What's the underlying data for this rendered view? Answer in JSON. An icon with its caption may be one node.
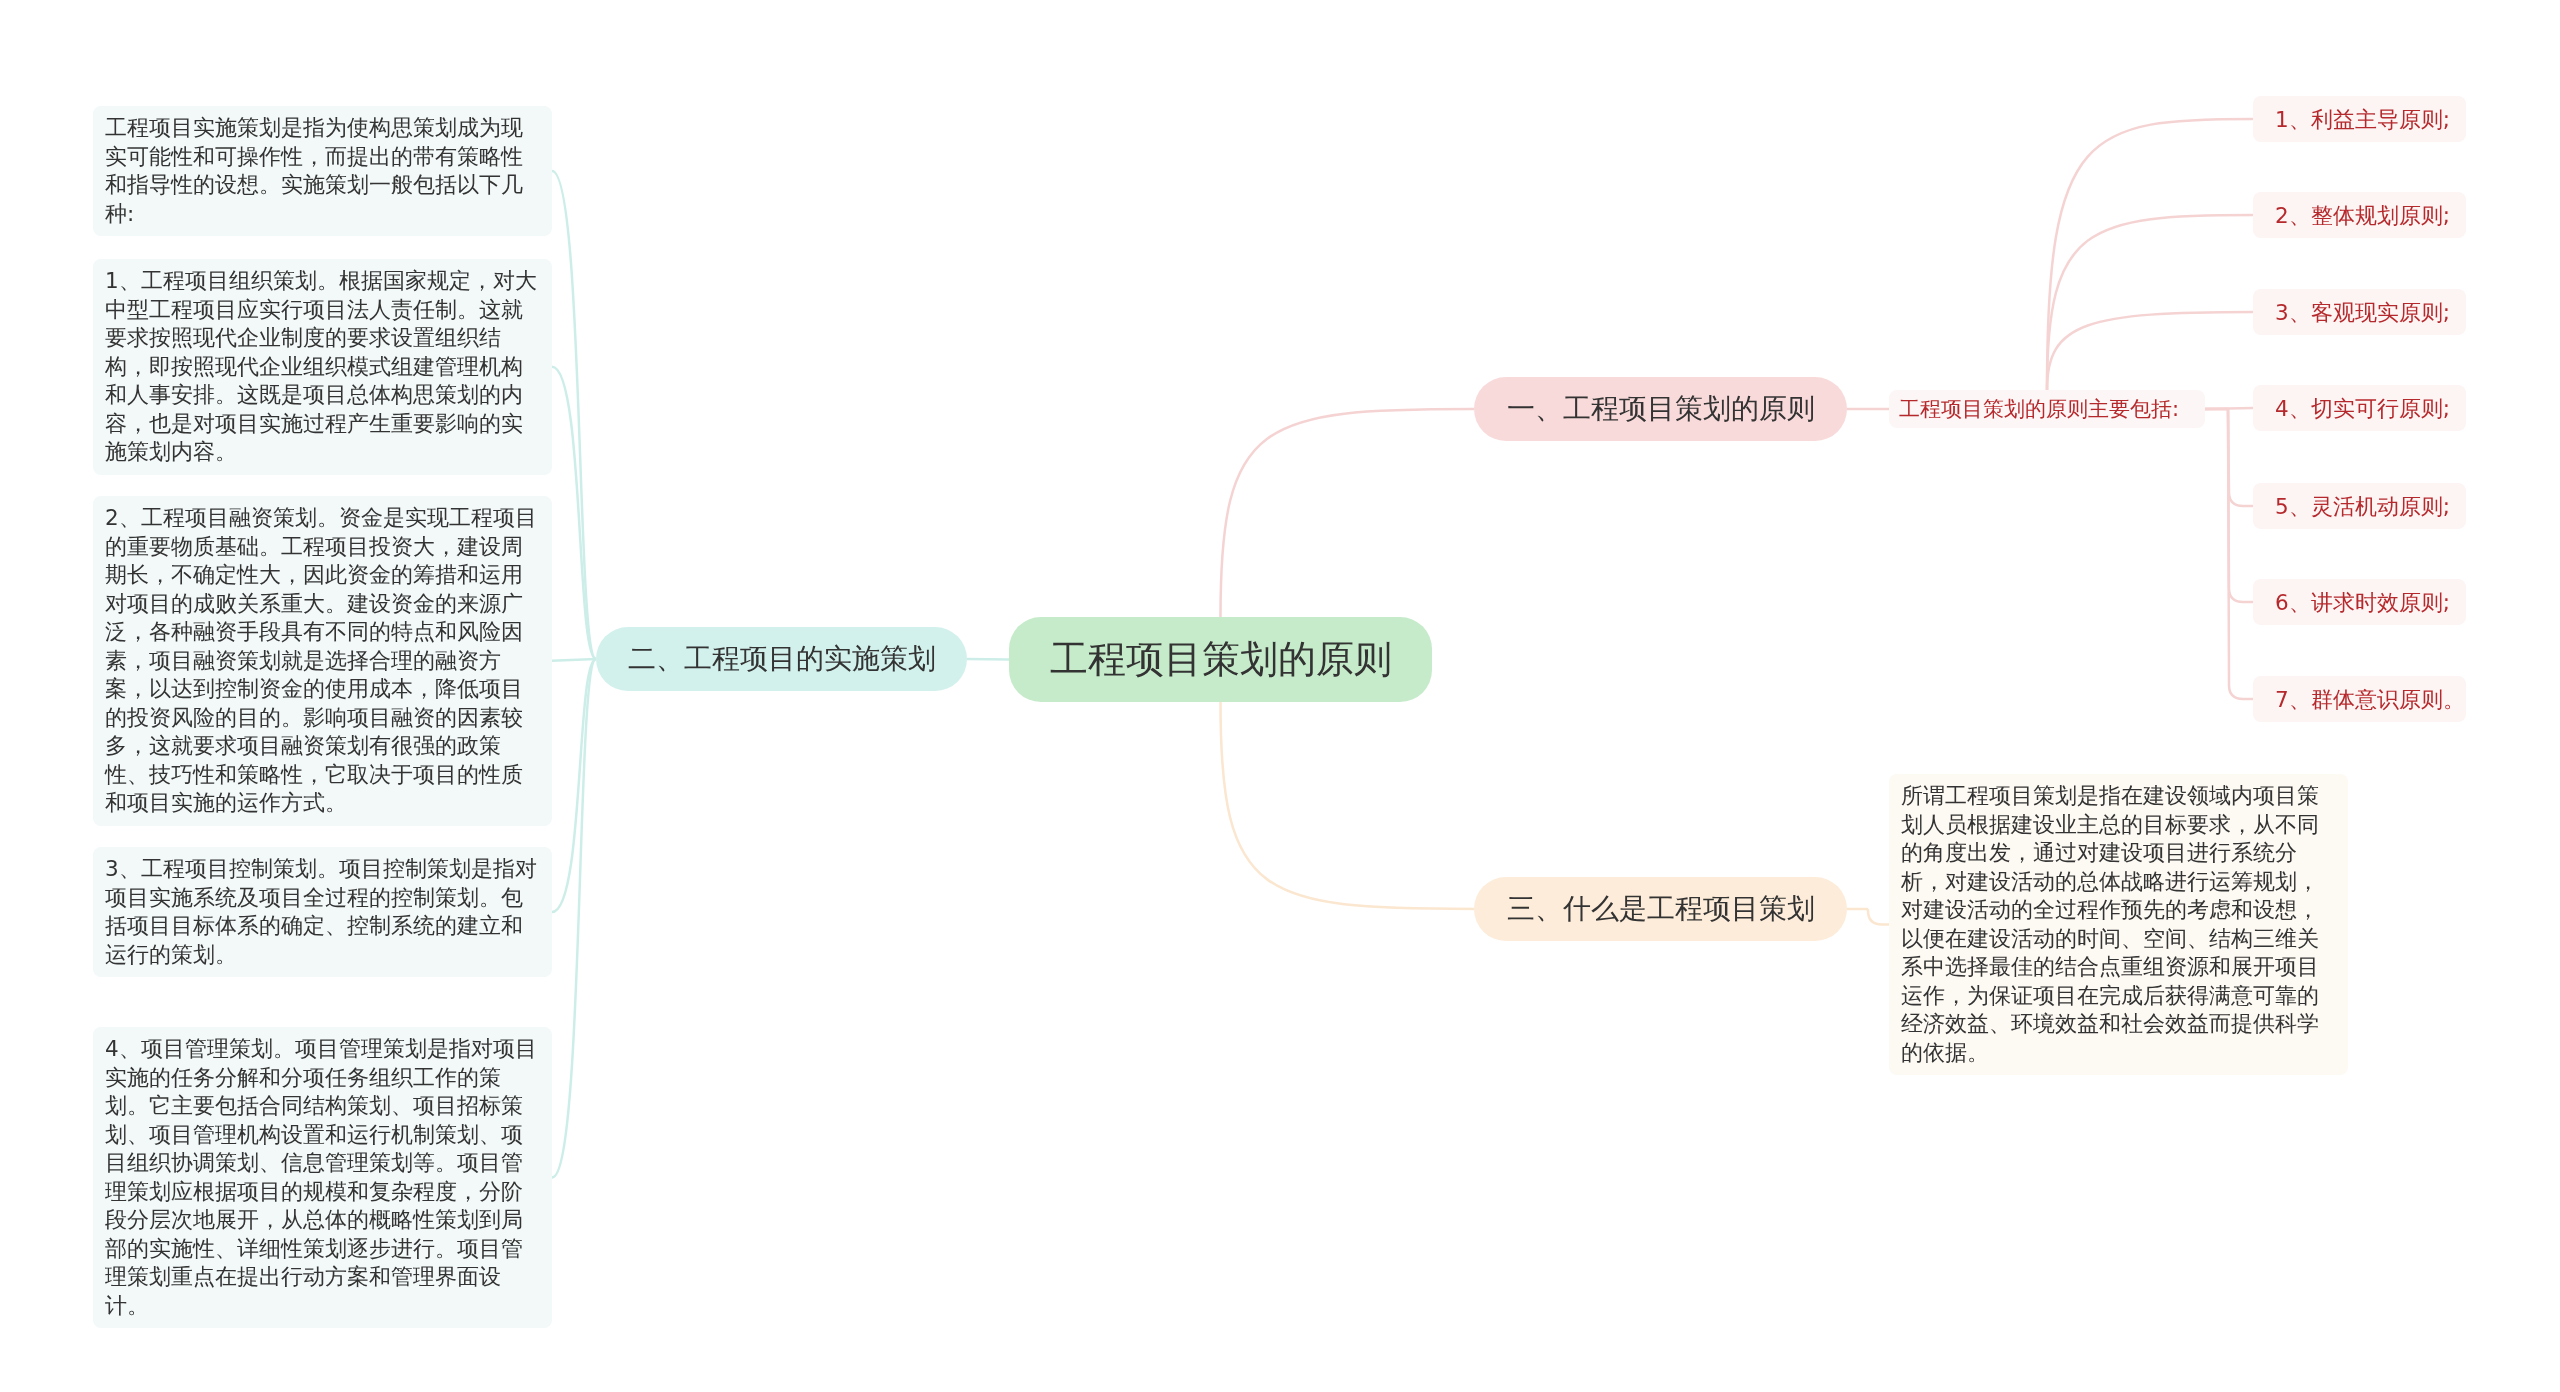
{
  "diagram": {
    "nodes": [
      {
        "text": [
          "工程项目策划的原则"
        ]
      },
      {
        "text": [
          "一、工程项目策划的原则"
        ]
      },
      {
        "text": [
          "工程项目策划的原则主要包括:"
        ]
      },
      {
        "text": [
          "1、利益主导原则;"
        ]
      },
      {
        "text": [
          "2、整体规划原则;"
        ]
      },
      {
        "text": [
          "3、客观现实原则;"
        ]
      },
      {
        "text": [
          "4、切实可行原则;"
        ]
      },
      {
        "text": [
          "5、灵活机动原则;"
        ]
      },
      {
        "text": [
          "6、讲求时效原则;"
        ]
      },
      {
        "text": [
          "7、群体意识原则。"
        ]
      },
      {
        "text": [
          "三、什么是工程项目策划"
        ]
      },
      {
        "text": [
          "所谓工程项目策划是指在建设领域内项目策划人员根据建设业主总的目标要求，从不同的角度出发，通过对建设项目进行系统分析，对建设活动的总体战略进行运筹规划，对建设活动的全过程作预先的考虑和设想，以便在建设活动的时间、空间、结构三维关系中选择最佳的结合点重组资源和展开项目运作，为保证项目在完成后获得满意可靠的经济效益、环境效益和社会效益而提供科学的依据。"
        ]
      },
      {
        "text": [
          "二、工程项目的实施策划"
        ]
      },
      {
        "text": [
          "工程项目实施策划是指为使构思策划成为现实可能性和可操作性，而提出的带有策略性和指导性的设想。实施策划一般包括以下几种:"
        ]
      },
      {
        "text": [
          "1、工程项目组织策划。根据国家规定，对大中型工程项目应实行项目法人责任制。这就要求按照现代企业制度的要求设置组织结构，即按照现代企业组织模式组建管理机构和人事安排。这既是项目总体构思策划的内容，也是对项目实施过程产生重要影响的实施策划内容。"
        ]
      },
      {
        "text": [
          "2、工程项目融资策划。资金是实现工程项目的重要物质基础。工程项目投资大，建设周期长，不确定性大，因此资金的筹措和运用对项目的成败关系重大。建设资金的来源广泛，各种融资手段具有不同的特点和风险因素，项目融资策划就是选择合理的融资方案，以达到控制资金的使用成本，降低项目的投资风险的目的。影响项目融资的因素较多，这就要求项目融资策划有很强的政策性、技巧性和策略性，它取决于项目的性质和项目实施的运作方式。"
        ]
      },
      {
        "text": [
          "3、工程项目控制策划。项目控制策划是指对项目实施系统及项目全过程的控制策划。包括项目目标体系的确定、控制系统的建立和运行的策划。"
        ]
      },
      {
        "text": [
          "4、项目管理策划。项目管理策划是指对项目实施的任务分解和分项任务组织工作的策划。它主要包括合同结构策划、项目招标策划、项目管理机构设置和运行机制策划、项目组织协调策划、信息管理策划等。项目管理策划应根据项目的规模和复杂程度，分阶段分层次地展开，从总体的概略性策划到局部的实施性、详细性策划逐步进行。项目管理策划重点在提出行动方案和管理界面设计。"
        ]
      }
    ],
    "edges": [
      {
        "from": 0,
        "to": 1,
        "arrow": "none"
      },
      {
        "from": 1,
        "to": 2,
        "arrow": "none"
      },
      {
        "from": 2,
        "to": 3,
        "arrow": "none"
      },
      {
        "from": 2,
        "to": 4,
        "arrow": "none"
      },
      {
        "from": 2,
        "to": 5,
        "arrow": "none"
      },
      {
        "from": 2,
        "to": 6,
        "arrow": "none"
      },
      {
        "from": 2,
        "to": 7,
        "arrow": "none"
      },
      {
        "from": 2,
        "to": 8,
        "arrow": "none"
      },
      {
        "from": 2,
        "to": 9,
        "arrow": "none"
      },
      {
        "from": 0,
        "to": 10,
        "arrow": "none",
        "color": "#fbe6d0"
      },
      {
        "from": 10,
        "to": 11,
        "arrow": "none",
        "color": "#fbe6d0"
      },
      {
        "from": 0,
        "to": 12,
        "arrow": "none",
        "color": "#cdeee8"
      },
      {
        "from": 12,
        "to": 13,
        "arrow": "none",
        "color": "#cdeee8"
      },
      {
        "from": 12,
        "to": 14,
        "arrow": "none",
        "color": "#cdeee8"
      },
      {
        "from": 12,
        "to": 15,
        "arrow": "none",
        "color": "#cdeee8"
      },
      {
        "from": 12,
        "to": 16,
        "arrow": "none",
        "color": "#cdeee8"
      },
      {
        "from": 12,
        "to": 17,
        "arrow": "none",
        "color": "#cdeee8"
      }
    ]
  }
}
